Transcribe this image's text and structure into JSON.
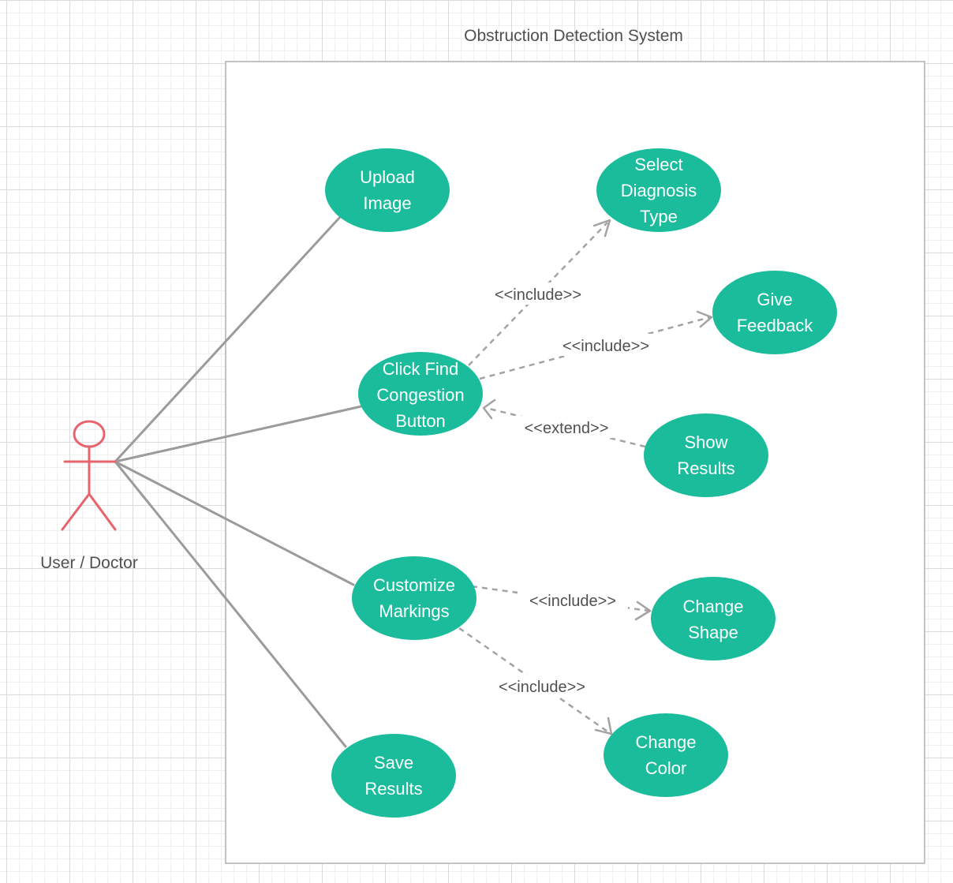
{
  "system": {
    "title": "Obstruction Detection System"
  },
  "actor": {
    "label": "User / Doctor",
    "color": "#e8636c"
  },
  "colors": {
    "usecase_fill": "#1abc9c",
    "usecase_text": "#ffffff",
    "line": "#9b9b9b"
  },
  "use_cases": [
    {
      "id": "upload-image",
      "lines": [
        "Upload",
        "Image"
      ]
    },
    {
      "id": "select-diagnosis-type",
      "lines": [
        "Select",
        "Diagnosis",
        "Type"
      ]
    },
    {
      "id": "give-feedback",
      "lines": [
        "Give",
        "Feedback"
      ]
    },
    {
      "id": "click-find-congestion-button",
      "lines": [
        "Click Find",
        "Congestion",
        "Button"
      ]
    },
    {
      "id": "show-results",
      "lines": [
        "Show",
        "Results"
      ]
    },
    {
      "id": "customize-markings",
      "lines": [
        "Customize",
        "Markings"
      ]
    },
    {
      "id": "change-shape",
      "lines": [
        "Change",
        "Shape"
      ]
    },
    {
      "id": "change-color",
      "lines": [
        "Change",
        "Color"
      ]
    },
    {
      "id": "save-results",
      "lines": [
        "Save",
        "Results"
      ]
    }
  ],
  "relationships": [
    {
      "from": "click-find-congestion-button",
      "to": "select-diagnosis-type",
      "label": "<<include>>"
    },
    {
      "from": "click-find-congestion-button",
      "to": "give-feedback",
      "label": "<<include>>"
    },
    {
      "from": "show-results",
      "to": "click-find-congestion-button",
      "label": "<<extend>>"
    },
    {
      "from": "customize-markings",
      "to": "change-shape",
      "label": "<<include>>"
    },
    {
      "from": "customize-markings",
      "to": "change-color",
      "label": "<<include>>"
    }
  ]
}
